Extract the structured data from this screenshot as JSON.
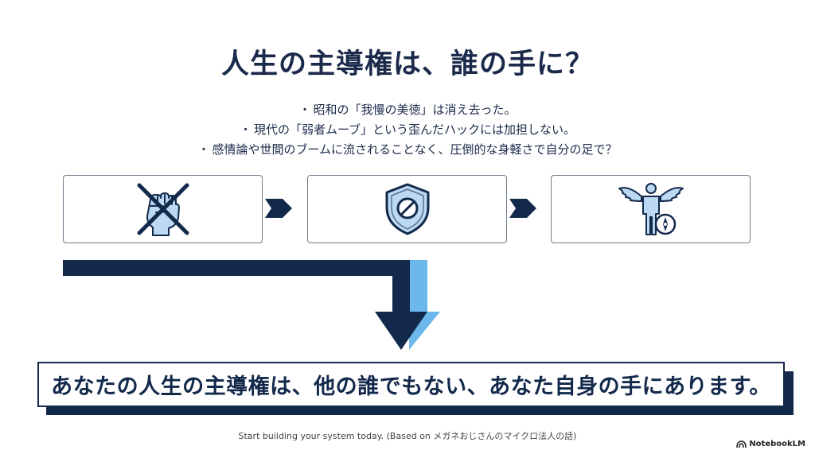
{
  "slide": {
    "title": "人生の主導権は、誰の手に？",
    "bullets": [
      "昭和の「我慢の美徳」は消え去った。",
      "現代の「弱者ムーブ」という歪んだハックには加担しない。",
      "感情論や世間のブームに流されることなく、圧倒的な身軽さで自分の足で？"
    ],
    "bullet_marker": "・",
    "cards": [
      {
        "icon": "crossed-out-fist-icon"
      },
      {
        "icon": "prohibited-shield-icon"
      },
      {
        "icon": "winged-person-compass-icon"
      }
    ],
    "conclusion": "あなたの人生の主導権は、他の誰でもない、あなた自身の手にあります。",
    "footer": "Start building your system today. (Based on メガネおじさんのマイクロ法人の話)",
    "brand": "NotebookLM"
  },
  "colors": {
    "navy": "#13294b",
    "light_blue": "#6cb8ec",
    "icon_fill": "#bcd9f3"
  }
}
